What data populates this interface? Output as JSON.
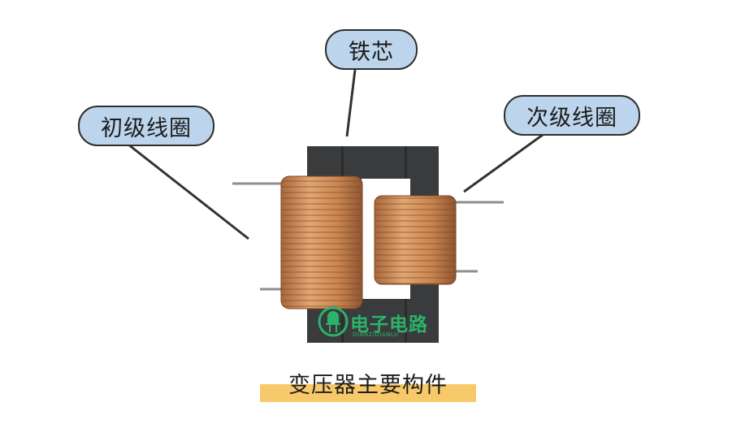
{
  "labels": {
    "core": "铁芯",
    "primary_coil": "初级线圈",
    "secondary_coil": "次级线圈"
  },
  "caption": "变压器主要构件",
  "watermark": {
    "text": "电子电路",
    "subtext": "DIANZIDIANLU"
  },
  "colors": {
    "callout_fill": "#bcd4ec",
    "caption_highlight": "#f7c96a",
    "core": "#3a3b3d",
    "coil": "#c9874f",
    "watermark": "#2bb36a"
  },
  "icons": [
    "led-icon"
  ]
}
